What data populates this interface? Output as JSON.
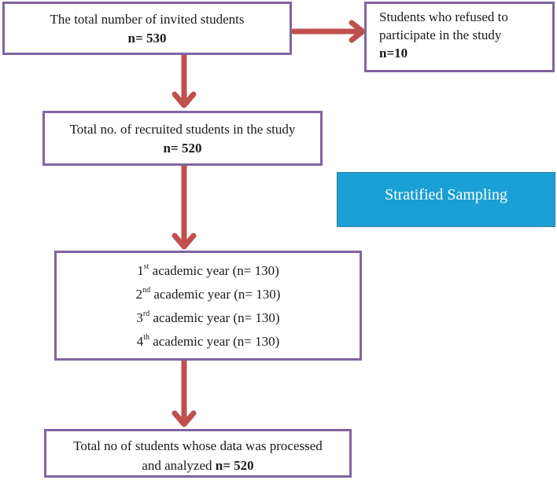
{
  "boxes": {
    "invited": {
      "line1": "The total number of invited students",
      "line2": "n= 530"
    },
    "refused": {
      "line1": "Students who refused to",
      "line2": "participate in the study",
      "line3": "n=10"
    },
    "recruited": {
      "line1": "Total no. of recruited students in the study",
      "line2": "n= 520"
    },
    "years": [
      {
        "num": "1",
        "sup": "st",
        "text": "academic year (n= 130)"
      },
      {
        "num": "2",
        "sup": "nd",
        "text": "academic year (n= 130)"
      },
      {
        "num": "3",
        "sup": "rd",
        "text": "academic year (n= 130)"
      },
      {
        "num": "4",
        "sup": "th",
        "text": "academic year (n= 130)"
      }
    ],
    "analyzed": {
      "line1": "Total no of students whose data was processed",
      "line2_prefix": "and analyzed",
      "line2_n": "n= 520"
    }
  },
  "stratified_label": "Stratified Sampling",
  "colors": {
    "box_border": "#8064a2",
    "arrow": "#c0504d",
    "stratified_fill": "#1aa0d4"
  }
}
